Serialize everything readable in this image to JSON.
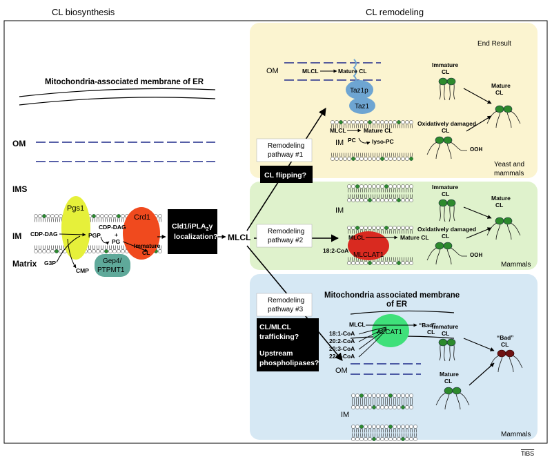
{
  "headings": {
    "biosynthesis": "CL biosynthesis",
    "remodeling": "CL remodeling"
  },
  "left": {
    "mam": "Mitochondria-associated membrane of ER",
    "om": "OM",
    "ims": "IMS",
    "im": "IM",
    "matrix": "Matrix",
    "pgs1": "Pgs1",
    "crd1": "Crd1",
    "gep4_line1": "Gep4/",
    "gep4_line2": "PTPMT1",
    "cdp_dag": "CDP-DAG",
    "pgp": "PGP",
    "cdp_dag2": "CDP-DAG",
    "plus": "+",
    "pg": "PG",
    "g3p": "G3P",
    "cmp": "CMP",
    "immature_cl_line1": "Immature",
    "immature_cl_line2": "CL",
    "cld1_line1": "Cld1/iPLA",
    "cld1_sub": "2",
    "cld1_gamma": "γ",
    "cld1_line2": "localization?",
    "mlcl": "MLCL"
  },
  "panel1": {
    "end_result": "End Result",
    "om": "OM",
    "mlcl_om": "MLCL",
    "mature_cl_om": "Mature CL",
    "taz1p": "Taz1p",
    "taz1": "Taz1",
    "mlcl_im": "MLCL",
    "mature_cl_im": "Mature CL",
    "im": "IM",
    "pc": "PC",
    "lyso_pc": "lyso-PC",
    "pathway_line1": "Remodeling",
    "pathway_line2": "pathway #1",
    "flipping": "CL flipping?",
    "immature_line1": "Immature",
    "immature_line2": "CL",
    "mature_line1": "Mature",
    "mature_line2": "CL",
    "oxid_line1": "Oxidatively damaged",
    "oxid_line2": "CL",
    "ooh": "OOH",
    "species_line1": "Yeast and",
    "species_line2": "mammals"
  },
  "panel2": {
    "im": "IM",
    "pathway_line1": "Remodeling",
    "pathway_line2": "pathway #2",
    "mlcl": "MLCL",
    "mature_cl": "Mature CL",
    "coa": "18:2-CoA",
    "mlclat1": "MLCLAT1",
    "immature_line1": "Immature",
    "immature_line2": "CL",
    "mature_line1": "Mature",
    "mature_line2": "CL",
    "oxid_line1": "Oxidatively damaged",
    "oxid_line2": "CL",
    "ooh": "OOH",
    "species": "Mammals"
  },
  "panel3": {
    "title_line1": "Mitochondria associated membrane",
    "title_line2": "of ER",
    "pathway_line1": "Remodeling",
    "pathway_line2": "pathway #3",
    "box_line1": "CL/MLCL",
    "box_line2": "trafficking?",
    "box_line3": "Upstream",
    "box_line4": "phospholipases?",
    "mlcl": "MLCL",
    "coa": [
      "18:1-CoA",
      "20:2-CoA",
      "20:3-CoA",
      "22:6-CoA"
    ],
    "alcat1": "ALCAT1",
    "bad_cl_line1": "“Bad”",
    "bad_cl_line2": "CL",
    "om": "OM",
    "im": "IM",
    "immature_line1": "Immature",
    "immature_line2": "CL",
    "mature_line1": "Mature",
    "mature_line2": "CL",
    "bad_line1": "“Bad”",
    "bad_line2": "CL",
    "species": "Mammals"
  },
  "credit": "TiBS",
  "colors": {
    "panel1_bg": "#fbf4d0",
    "panel2_bg": "#dff2cc",
    "panel3_bg": "#d6e8f4",
    "membrane_dash": "#1f2a8a",
    "lipid_green": "#2d8a2d",
    "pgs1": "#e6f03a",
    "crd1": "#f04a1e",
    "gep4": "#5fa99a",
    "taz": "#6ea5d2",
    "mlclat1": "#d92a20",
    "alcat1": "#3fe07a",
    "bad_cl": "#6e1212"
  }
}
